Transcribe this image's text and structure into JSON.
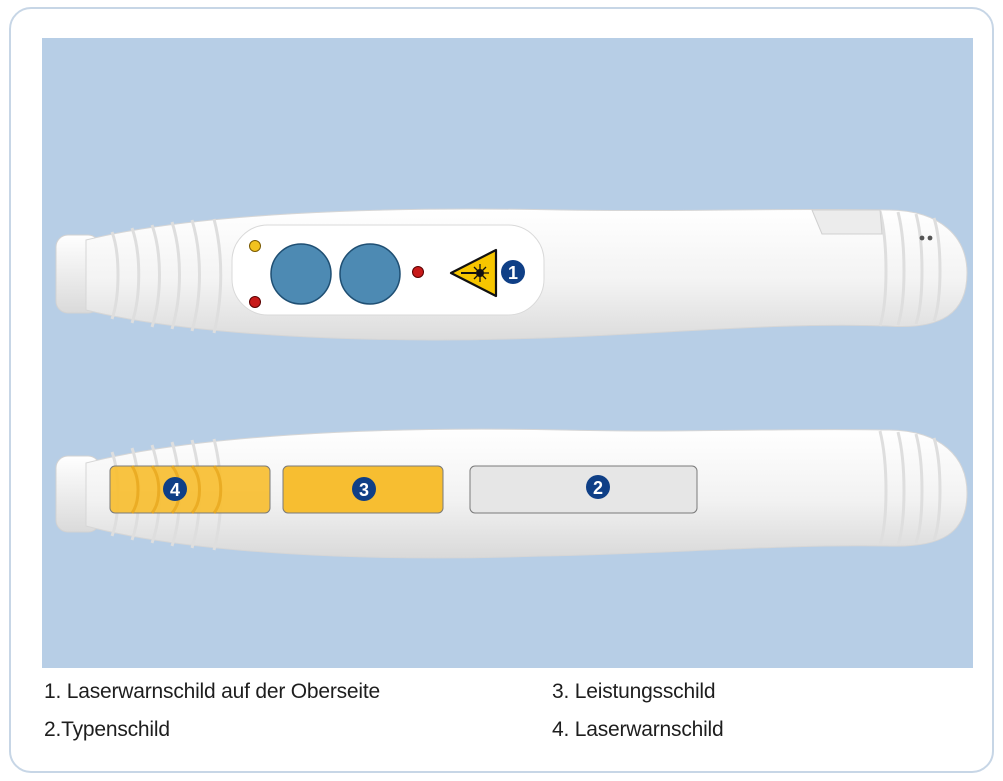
{
  "figure": {
    "colors": {
      "background": "#b7cee6",
      "frame_border": "#c7d6e6",
      "device_body": "#f2f2f2",
      "button_blue": "#4d8ab3",
      "badge_navy": "#0f3f86",
      "label_yellow": "#f7be31",
      "label_gray": "#e6e6e6",
      "led_yellow": "#f2c21f",
      "led_red": "#c81a1a"
    },
    "callouts": {
      "c1": "1",
      "c2": "2",
      "c3": "3",
      "c4": "4"
    },
    "icons": {
      "laser_warning": "laser-warning-icon"
    }
  },
  "legend": {
    "items": [
      {
        "number": "1.",
        "text": "Laserwarnschild auf der Oberseite"
      },
      {
        "number": "2.",
        "text": "Typenschild"
      },
      {
        "number": "3.",
        "text": "Leistungsschild"
      },
      {
        "number": "4.",
        "text": "Laserwarnschild"
      }
    ]
  }
}
